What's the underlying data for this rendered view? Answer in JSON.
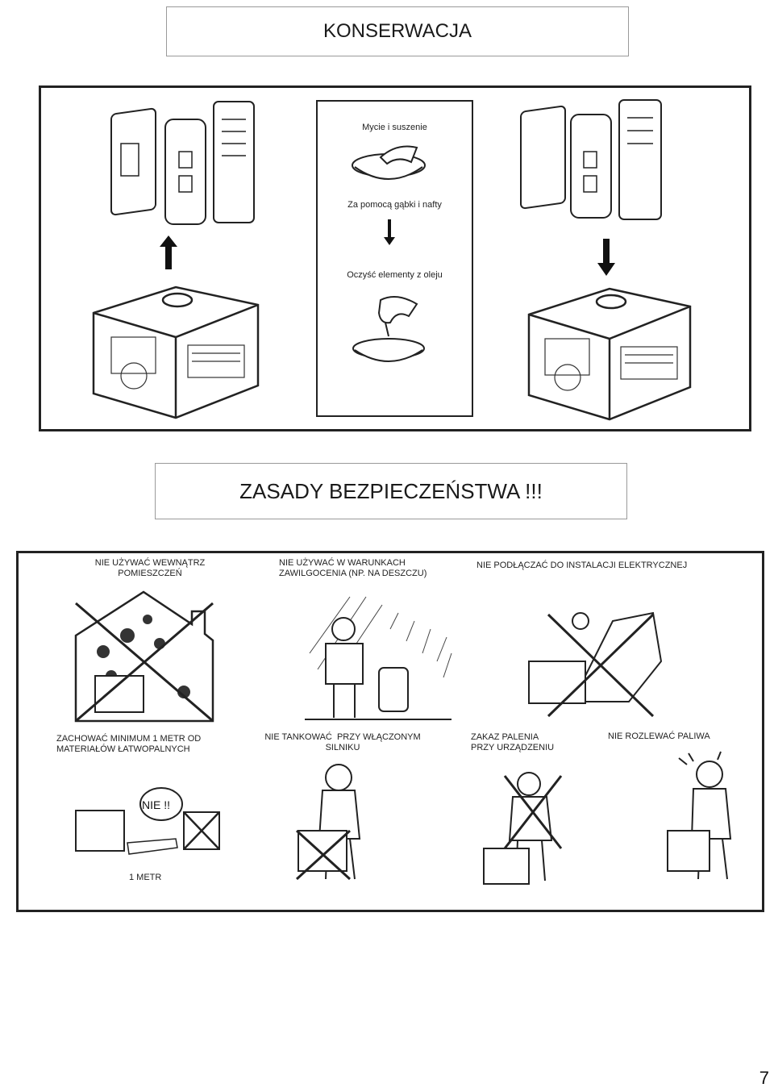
{
  "maintenance": {
    "title": "KONSERWACJA",
    "steps": {
      "wash_dry": "Mycie i suszenie",
      "sponge_kerosene": "Za pomocą gąbki i nafty",
      "clean_oil": "Oczyść elementy z oleju"
    }
  },
  "safety": {
    "title": "ZASADY BEZPIECZEŃSTWA !!!",
    "rules": {
      "indoor": "NIE UŻYWAĆ WEWNĄTRZ\nPOMIESZCZEŃ",
      "wet": "NIE UŻYWAĆ W WARUNKACH\nZAWILGOCENIA (NP. NA DESZCZU)",
      "electric": "NIE PODŁĄCZAĆ DO INSTALACJI ELEKTRYCZNEJ",
      "distance": "ZACHOWAĆ MINIMUM 1 METR OD\nMATERIAŁÓW ŁATWOPALNYCH",
      "refuel": "NIE TANKOWAĆ  PRZY WŁĄCZONYM\nSILNIKU",
      "smoking": "ZAKAZ PALENIA\nPRZY URZĄDZENIU",
      "spill": "NIE ROZLEWAĆ PALIWA"
    },
    "bubble": "NIE !!",
    "distance_label": "1 METR"
  },
  "page_number": "7"
}
